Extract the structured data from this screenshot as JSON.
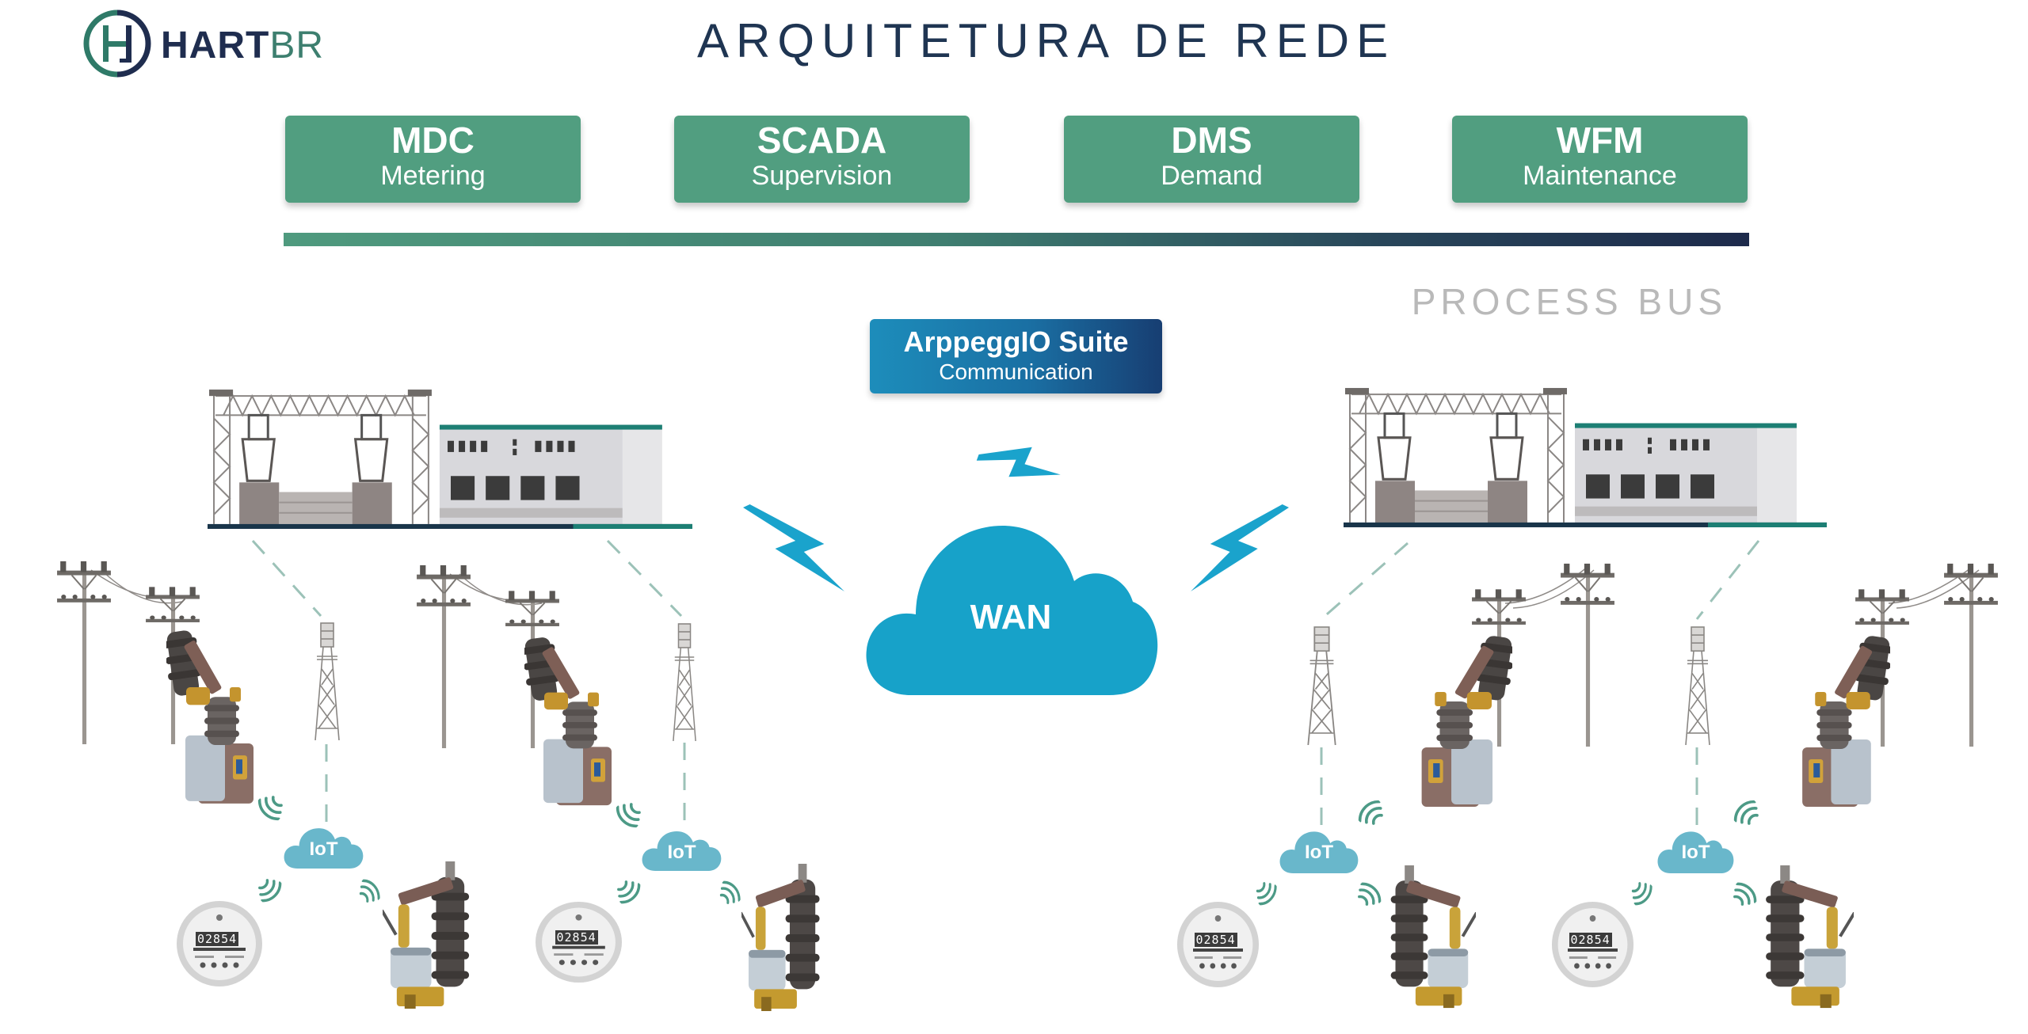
{
  "logo": {
    "name_bold": "HART",
    "name_light": "BR",
    "icon": "hartbr-h-circle-logo"
  },
  "title": "ARQUITETURA DE REDE",
  "systems": [
    {
      "code": "MDC",
      "label": "Metering"
    },
    {
      "code": "SCADA",
      "label": "Supervision"
    },
    {
      "code": "DMS",
      "label": "Demand"
    },
    {
      "code": "WFM",
      "label": "Maintenance"
    }
  ],
  "process_bus": {
    "label": "PROCESS BUS"
  },
  "communication": {
    "title": "ArppeggIO Suite",
    "subtitle": "Communication"
  },
  "wan": {
    "label": "WAN"
  },
  "iot_label": "IoT",
  "meter_reading": "02854",
  "colors": {
    "system_box": "#519e80",
    "bus_start": "#4f9a7e",
    "bus_end": "#1d2a4b",
    "wan_cloud": "#17a2c9",
    "iot_cloud": "#69b7cb",
    "lightning": "#1aa3cc",
    "wifi": "#4c9a86",
    "title": "#1f3552"
  },
  "groups": [
    {
      "side": "left",
      "position": "outer",
      "iot_label": "IoT",
      "meter": "02854"
    },
    {
      "side": "left",
      "position": "inner",
      "iot_label": "IoT",
      "meter": "02854"
    },
    {
      "side": "right",
      "position": "inner",
      "iot_label": "IoT",
      "meter": "02854"
    },
    {
      "side": "right",
      "position": "outer",
      "iot_label": "IoT",
      "meter": "02854"
    }
  ]
}
